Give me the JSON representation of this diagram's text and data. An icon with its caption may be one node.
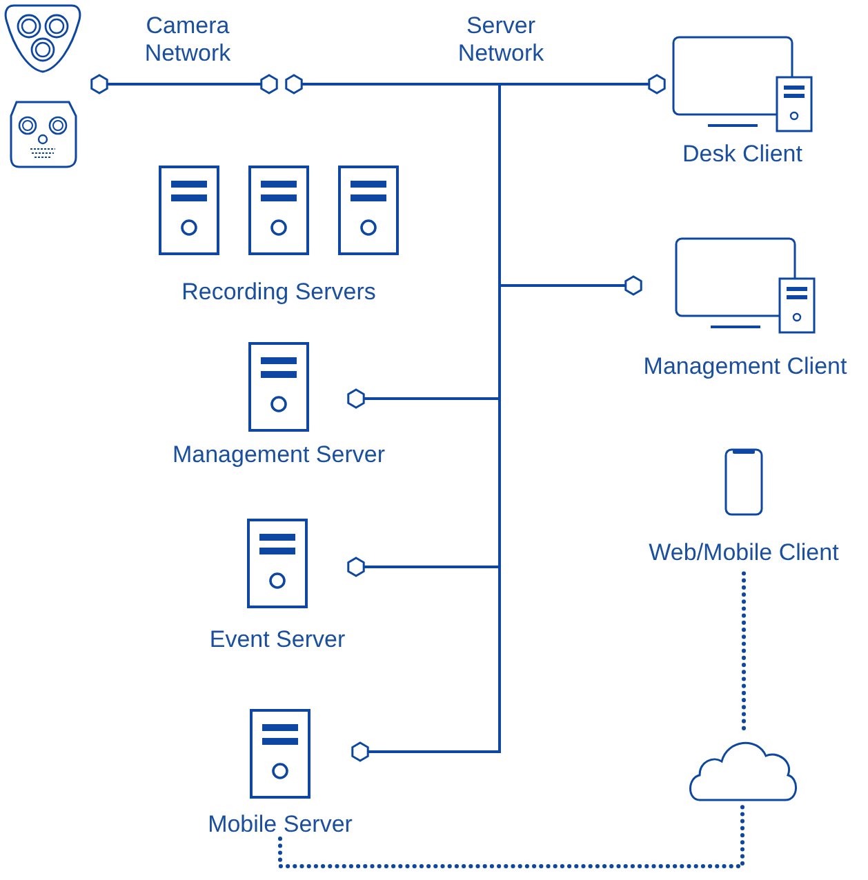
{
  "diagram": {
    "nodes": [
      {
        "text": [
          "Desk Client"
        ]
      },
      {
        "text": [
          "Recording Servers"
        ]
      },
      {
        "text": [
          "Management Client"
        ]
      },
      {
        "text": [
          "Management Server"
        ]
      },
      {
        "text": [
          "Web/Mobile Client"
        ]
      },
      {
        "text": [
          "Event Server"
        ]
      },
      {
        "text": [
          "Mobile Server"
        ]
      },
      {
        "text": [],
        "shape": "cloud"
      }
    ],
    "edges": [
      {
        "from": 0,
        "to": null,
        "arrow": "other"
      },
      {
        "from": 2,
        "to": null,
        "arrow": "other"
      },
      {
        "from": 3,
        "to": null,
        "arrow": "other"
      },
      {
        "from": 5,
        "to": null,
        "arrow": "other"
      },
      {
        "from": 6,
        "to": null,
        "arrow": "other"
      },
      {
        "from": 6,
        "to": 7,
        "arrow": "none",
        "style": "dashed"
      },
      {
        "from": 7,
        "to": 4,
        "arrow": "none",
        "style": "dashed"
      }
    ],
    "labels": [
      "Camera Network",
      "Server Network"
    ]
  }
}
